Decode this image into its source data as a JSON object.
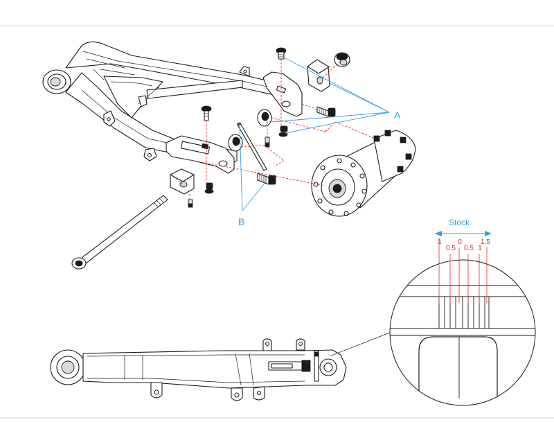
{
  "colors": {
    "line": "#1a1a1a",
    "callout": "#2f9ee6",
    "alignment_dashes": "#e32a2a",
    "scale": "#e32a2a",
    "stock_arrow": "#2f9ee6",
    "border": "#cfcfcf"
  },
  "callouts": {
    "a": "A",
    "b": "B"
  },
  "scale": {
    "title": "Stock",
    "ticks": [
      "1",
      "0.5",
      "0",
      "0.5",
      "1",
      "1.5"
    ]
  }
}
